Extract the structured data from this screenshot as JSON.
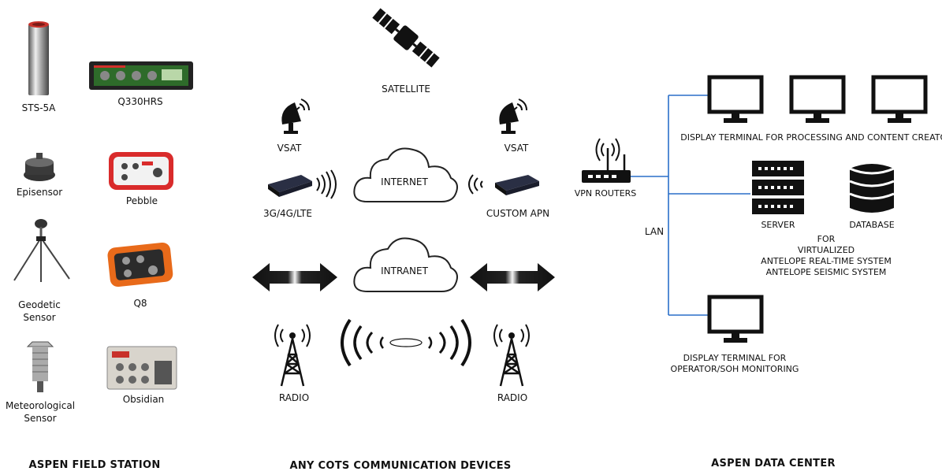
{
  "field_station": {
    "title": "ASPEN FIELD STATION",
    "devices": {
      "sts5a": "STS-5A",
      "q330hrs": "Q330HRS",
      "episensor": "Episensor",
      "pebble": "Pebble",
      "geodetic_l1": "Geodetic",
      "geodetic_l2": "Sensor",
      "q8": "Q8",
      "met_l1": "Meteorological",
      "met_l2": "Sensor",
      "obsidian": "Obsidian"
    }
  },
  "communication": {
    "title": "ANY COTS COMMUNICATION DEVICES",
    "satellite": "SATELLITE",
    "vsat_left": "VSAT",
    "vsat_right": "VSAT",
    "cellular": "3G/4G/LTE",
    "internet": "INTERNET",
    "custom_apn": "CUSTOM APN",
    "intranet": "INTRANET",
    "radio_left": "RADIO",
    "radio_right": "RADIO"
  },
  "data_center": {
    "title": "ASPEN DATA CENTER",
    "vpn": "VPN ROUTERS",
    "lan": "LAN",
    "display_processing": "DISPLAY TERMINAL FOR PROCESSING AND CONTENT CREATOR",
    "server": "SERVER",
    "database": "DATABASE",
    "for": "FOR",
    "virtualized": "VIRTUALIZED",
    "rt_system": "ANTELOPE REAL-TIME SYSTEM",
    "seismic_system": "ANTELOPE SEISMIC SYSTEM",
    "display_operator_l1": "DISPLAY TERMINAL FOR",
    "display_operator_l2": "OPERATOR/SOH MONITORING"
  },
  "colors": {
    "lan_line": "#2a6fc9",
    "orange": "#e86a1a",
    "red": "#d92b2b",
    "green_panel": "#2e6b2a",
    "dark": "#111111"
  }
}
